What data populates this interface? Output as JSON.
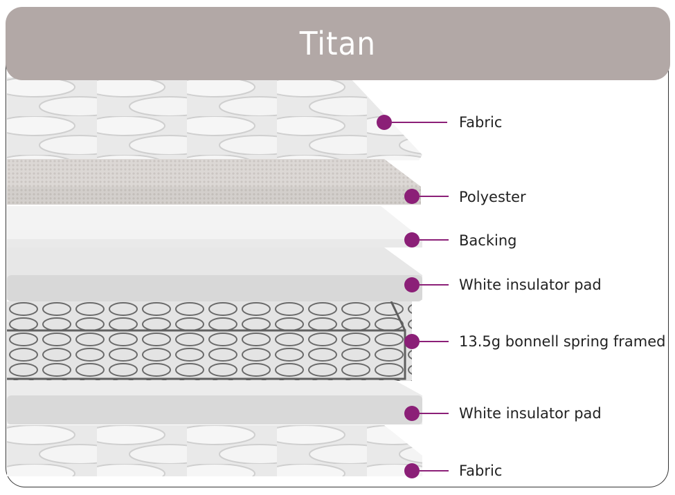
{
  "header": {
    "title": "Titan"
  },
  "colors": {
    "header_bg": "#b2a8a6",
    "marker": "#8b1f77",
    "frame_border": "#333333"
  },
  "layers": [
    {
      "label": "Fabric",
      "material": "quilted-fabric"
    },
    {
      "label": "Polyester",
      "material": "woven-polyester"
    },
    {
      "label": "Backing",
      "material": "white-fiber"
    },
    {
      "label": "White insulator pad",
      "material": "grey-felt"
    },
    {
      "label": "13.5g bonnell spring framed",
      "material": "spring-unit"
    },
    {
      "label": "White insulator pad",
      "material": "grey-felt"
    },
    {
      "label": "Fabric",
      "material": "quilted-fabric"
    }
  ]
}
